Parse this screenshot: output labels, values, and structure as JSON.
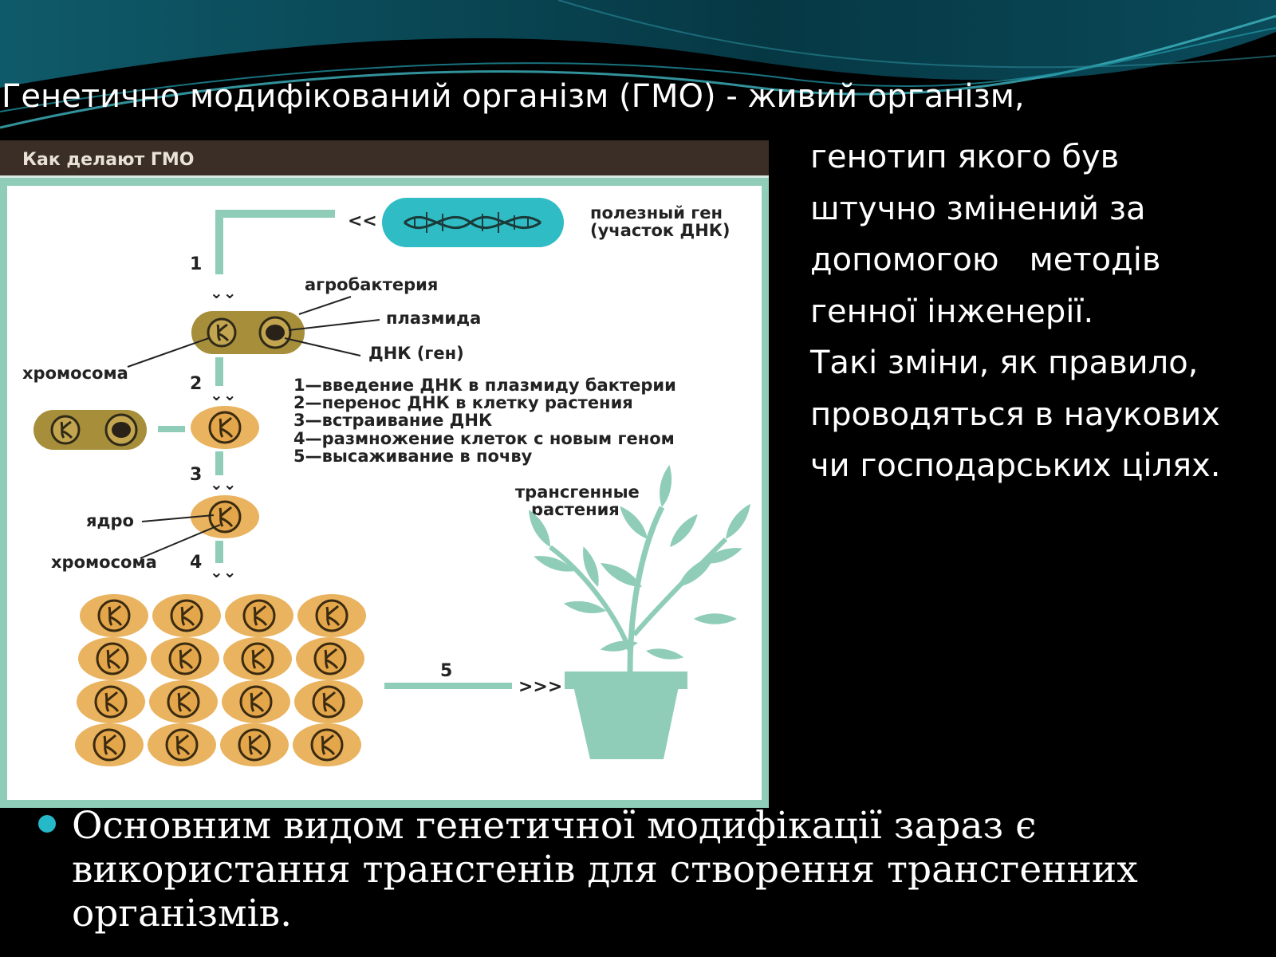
{
  "slide": {
    "title": "Генетично модифікований організм (ГМО) - живий організм,",
    "side_lines": [
      "генотип якого був",
      "штучно змінений за",
      "допомогою",
      "методів",
      "генної інженерії.",
      "Такі зміни, як правило,",
      "проводяться в наукових",
      "чи господарських цілях."
    ],
    "bottom_lines": [
      "Основним видом генетичної модифікації зараз  є",
      "використання трансгенів для створення трансгенних",
      "організмів."
    ],
    "colors": {
      "background": "#000000",
      "accent": "#25b8c9",
      "figure_teal": "#8fcdb8",
      "cell_orange": "#e9b35f",
      "bacteria_olive": "#a68e3a"
    }
  },
  "figure": {
    "header": "Как делают ГМО",
    "gene_label": [
      "полезный ген",
      "(участок ДНК)"
    ],
    "agrobacterium": "агробактерия",
    "plasmid": "плазмида",
    "dna_gene": "ДНК (ген)",
    "chromosome": "хромосома",
    "nucleus": "ядро",
    "chromosome2": "хромосома",
    "step_numbers": [
      "1",
      "2",
      "3",
      "4",
      "5"
    ],
    "steps": [
      "1—введение ДНК в плазмиду бактерии",
      "2—перенос ДНК в клетку растения",
      "3—встраивание ДНК",
      "4—размножение клеток с новым геном",
      "5—высаживание в почву"
    ],
    "plants_label": [
      "трансгенные",
      "растения"
    ]
  }
}
